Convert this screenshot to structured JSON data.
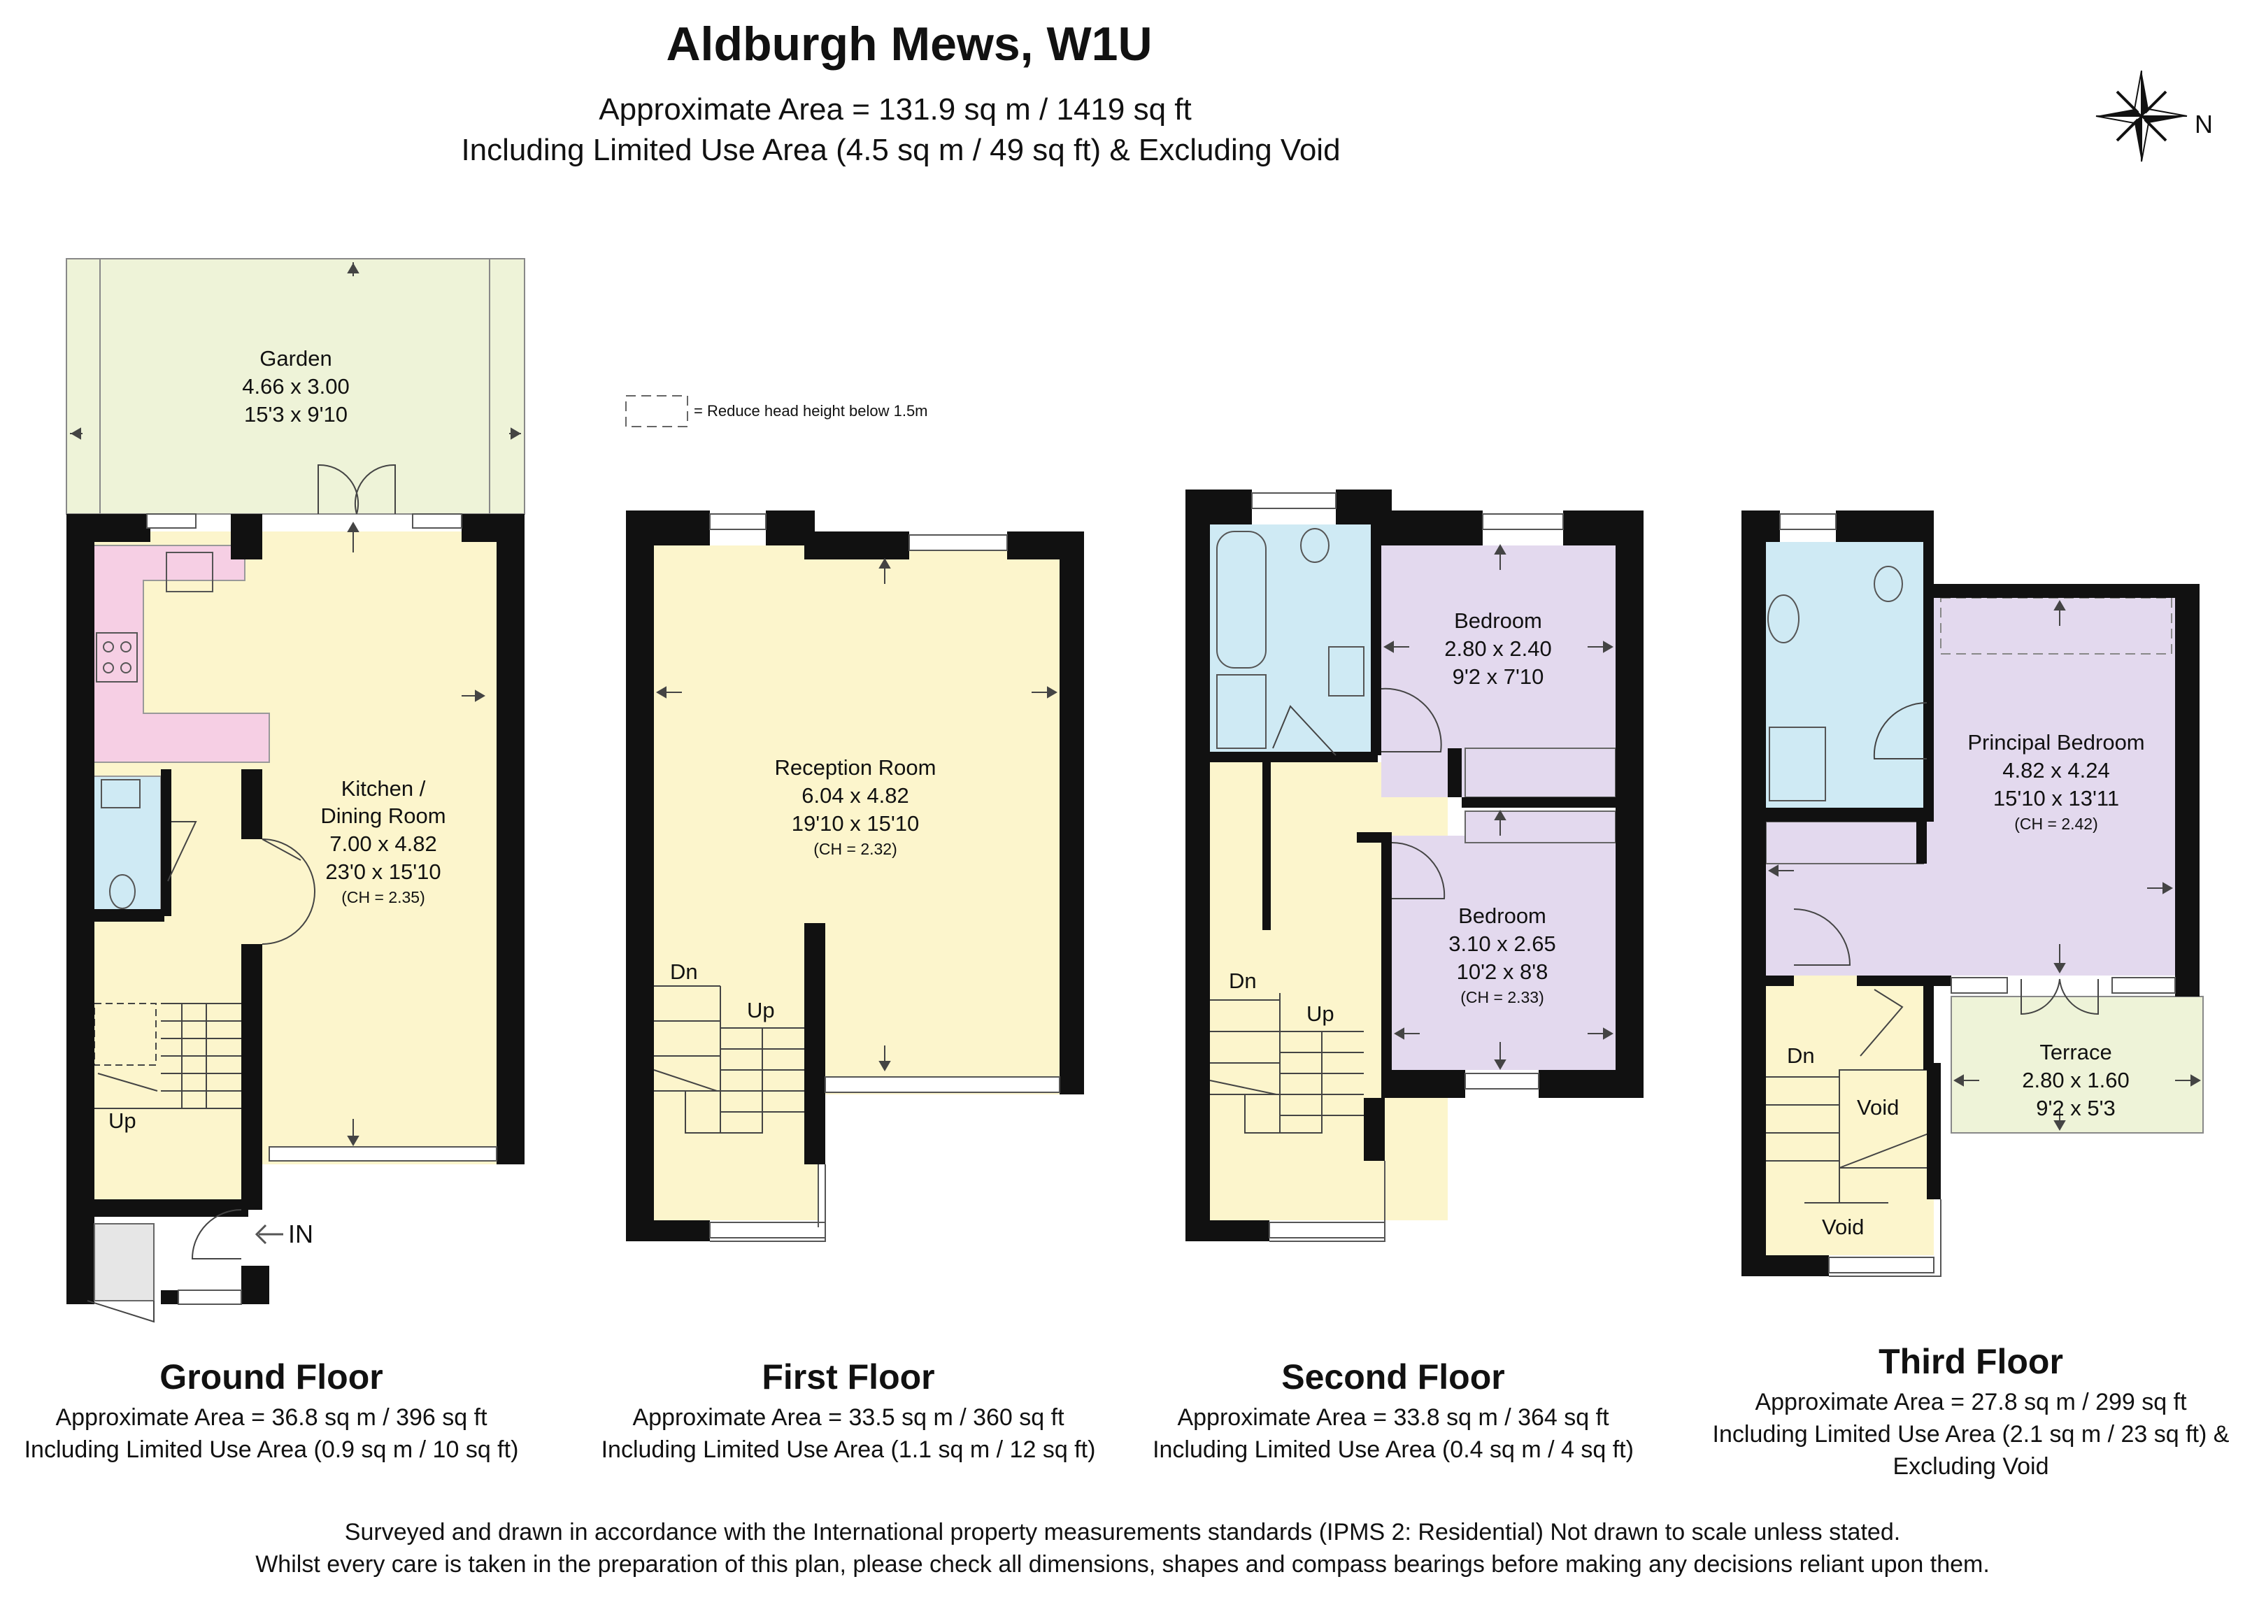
{
  "header": {
    "title": "Aldburgh Mews, W1U",
    "area_line": "Approximate Area = 131.9 sq m / 1419 sq ft",
    "area_note": "Including Limited Use Area (4.5 sq m / 49 sq ft) & Excluding Void",
    "compass_label": "N",
    "compass_icon": "compass-rose-icon"
  },
  "legend": {
    "head_height_note": "= Reduce head height below 1.5m"
  },
  "colors": {
    "wall": "#111111",
    "garden": "#eef3d8",
    "kitchen_unit": "#f6cfe4",
    "living": "#fcf5cc",
    "bathroom": "#cfeaf4",
    "bedroom": "#e3d9ee",
    "window": "#ffffff"
  },
  "labels": {
    "in": "IN",
    "up": "Up",
    "dn": "Dn",
    "void": "Void"
  },
  "rooms": {
    "garden": {
      "name": "Garden",
      "metric": "4.66 x 3.00",
      "imperial": "15'3 x 9'10"
    },
    "kitchen": {
      "name1": "Kitchen /",
      "name2": "Dining Room",
      "metric": "7.00 x 4.82",
      "imperial": "23'0 x 15'10",
      "ch": "(CH = 2.35)"
    },
    "reception": {
      "name": "Reception Room",
      "metric": "6.04 x 4.82",
      "imperial": "19'10 x 15'10",
      "ch": "(CH = 2.32)"
    },
    "bedroom2a": {
      "name": "Bedroom",
      "metric": "2.80 x 2.40",
      "imperial": "9'2 x 7'10"
    },
    "bedroom2b": {
      "name": "Bedroom",
      "metric": "3.10 x 2.65",
      "imperial": "10'2 x 8'8",
      "ch": "(CH = 2.33)"
    },
    "principal": {
      "name": "Principal Bedroom",
      "metric": "4.82 x 4.24",
      "imperial": "15'10 x 13'11",
      "ch": "(CH = 2.42)"
    },
    "terrace": {
      "name": "Terrace",
      "metric": "2.80 x 1.60",
      "imperial": "9'2 x 5'3"
    }
  },
  "floors": [
    {
      "name": "Ground Floor",
      "area": "Approximate Area = 36.8 sq m / 396 sq ft",
      "limited": "Including Limited Use Area (0.9 sq m / 10 sq ft)"
    },
    {
      "name": "First Floor",
      "area": "Approximate Area = 33.5 sq m / 360 sq ft",
      "limited": "Including Limited Use Area (1.1 sq m / 12 sq ft)"
    },
    {
      "name": "Second Floor",
      "area": "Approximate Area = 33.8 sq m / 364 sq ft",
      "limited": "Including Limited Use Area (0.4 sq m / 4 sq ft)"
    },
    {
      "name": "Third Floor",
      "area": "Approximate Area = 27.8 sq m / 299 sq ft",
      "limited": "Including Limited Use Area (2.1 sq m / 23 sq ft) &",
      "limited2": "Excluding Void"
    }
  ],
  "footer": {
    "line1": "Surveyed and drawn in accordance with the International property measurements standards (IPMS 2: Residential) Not drawn to scale unless stated.",
    "line2": "Whilst every care is taken in the preparation of this plan, please check all dimensions, shapes and compass bearings before making any decisions reliant upon them."
  }
}
